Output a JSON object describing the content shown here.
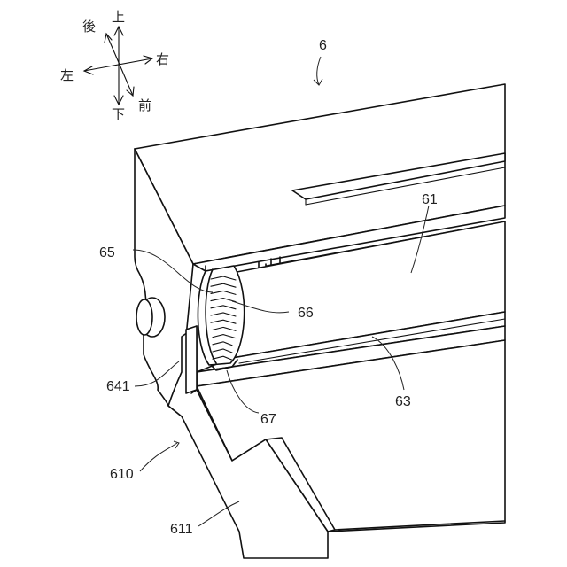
{
  "directions": {
    "up": "上",
    "down": "下",
    "left": "左",
    "right": "右",
    "front": "前",
    "back": "後"
  },
  "labels": {
    "assembly": "6",
    "cover": "61",
    "rail": "63",
    "roller": "65",
    "gear_teeth": "66",
    "stop": "67",
    "tab": "641",
    "door": "610",
    "door_panel": "611"
  }
}
